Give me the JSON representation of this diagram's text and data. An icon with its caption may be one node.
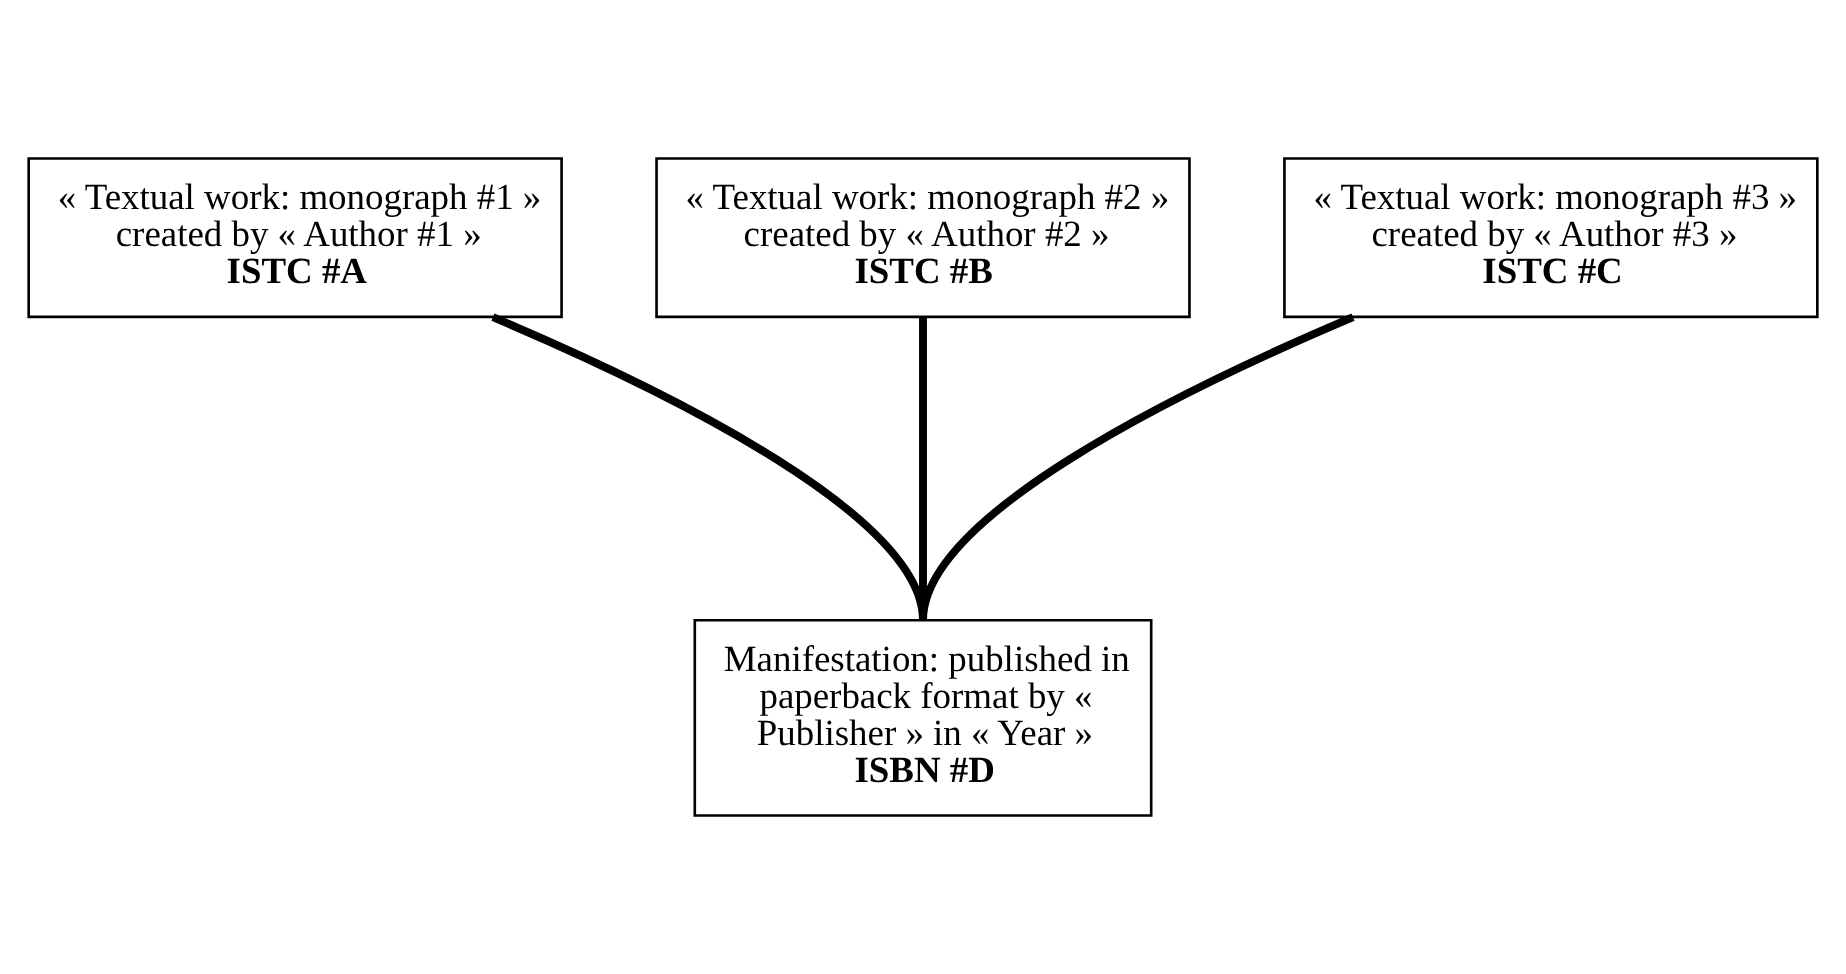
{
  "diagram": {
    "nodes": [
      {
        "text": [
          "« Textual work: monograph #1 » created by « Author #1 »",
          "ISTC #A"
        ]
      },
      {
        "text": [
          "« Textual work: monograph #2 » created by « Author #2 »",
          "ISTC #B"
        ]
      },
      {
        "text": [
          "« Textual work: monograph #3 » created by « Author #3 »",
          "ISTC #C"
        ]
      },
      {
        "text": [
          "Manifestation: published in paperback format by « Publisher » in « Year »",
          "ISBN #D"
        ]
      }
    ],
    "edges": [
      {
        "from": 0,
        "to": 3,
        "arrow": "none"
      },
      {
        "from": 1,
        "to": 3,
        "arrow": "none"
      },
      {
        "from": 2,
        "to": 3,
        "arrow": "none"
      }
    ]
  }
}
